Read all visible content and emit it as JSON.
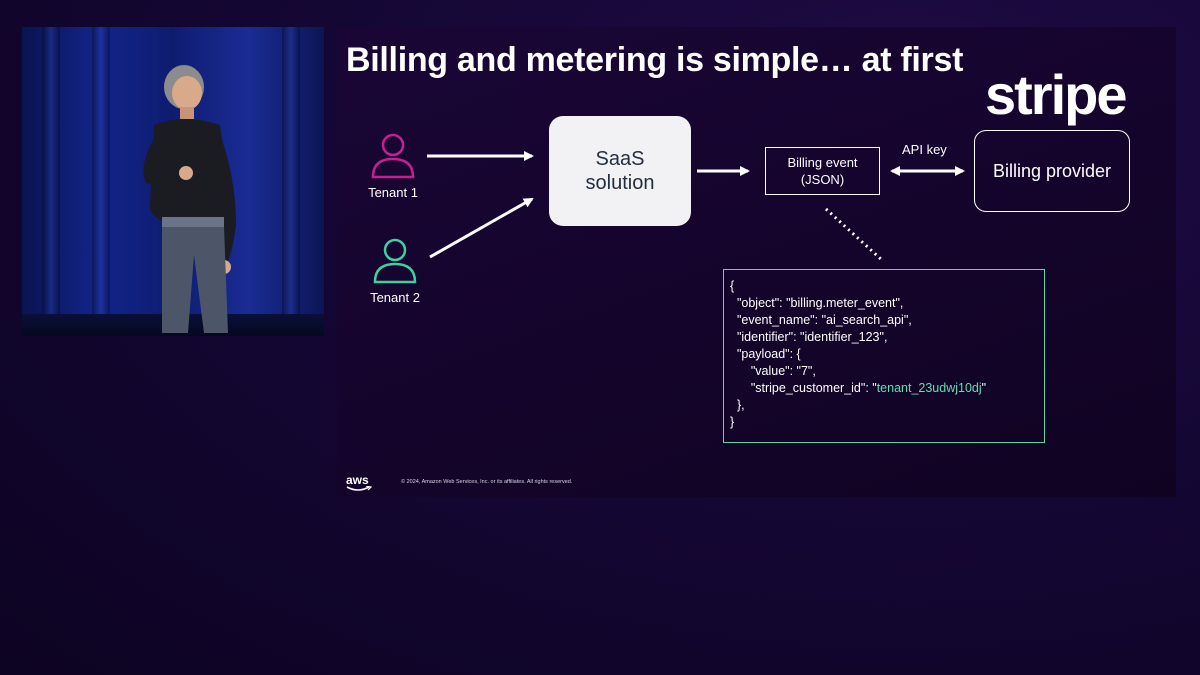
{
  "slide": {
    "title": "Billing and metering is simple… at first",
    "brand_logo_text": "stripe",
    "tenants": [
      {
        "label": "Tenant 1",
        "color": "#c4208f"
      },
      {
        "label": "Tenant 2",
        "color": "#3fd0a0"
      }
    ],
    "saas_box": {
      "line1": "SaaS",
      "line2": "solution"
    },
    "billing_event": {
      "line1": "Billing event",
      "line2": "(JSON)"
    },
    "api_key_label": "API key",
    "provider_box": {
      "label": "Billing provider"
    },
    "json_lines": [
      "{",
      "  \"object\": \"billing.meter_event\",",
      "  \"event_name\": \"ai_search_api\",",
      "  \"identifier\": \"identifier_123\",",
      "  \"payload\": {",
      "      \"value\": \"7\",",
      "      \"stripe_customer_id\": \"",
      "  },",
      "}"
    ],
    "json_highlight_value": "tenant_23udwj10dj",
    "json_closing_quote": "\"",
    "footer": {
      "logo_text": "aws",
      "copyright": "© 2024, Amazon Web Services, Inc. or its affiliates. All rights reserved."
    },
    "colors": {
      "accent_green": "#5fd3a2",
      "tenant1": "#c4208f",
      "tenant2": "#3fd0a0"
    }
  }
}
